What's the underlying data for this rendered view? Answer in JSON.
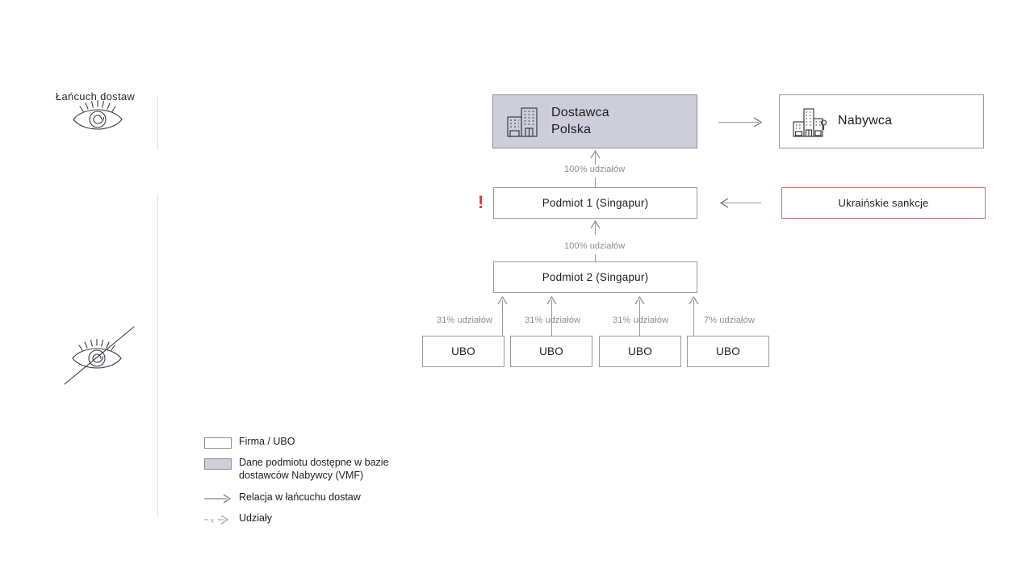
{
  "rail": {
    "eye_icon": "eye-icon",
    "eye_crossed_icon": "eye-crossed-out-icon",
    "label": "Łańcuch dostaw"
  },
  "diagram": {
    "supplier": {
      "icon": "office-buildings-icon",
      "line1": "Dostawca",
      "line2": "Polska"
    },
    "buyer": {
      "icon": "city-buildings-icon",
      "label": "Nabywca"
    },
    "sanction": {
      "label": "Ukraińskie sankcje"
    },
    "alert": {
      "icon": "exclamation-icon",
      "glyph": "!"
    },
    "entities": [
      {
        "label": "Podmiot 1 (Singapur)"
      },
      {
        "label": "Podmiot 2 (Singapur)"
      }
    ],
    "share_links": [
      {
        "label": "100% udziałów",
        "from": "Podmiot 1 (Singapur)",
        "to": "Dostawca Polska"
      },
      {
        "label": "100% udziałów",
        "from": "Podmiot 2 (Singapur)",
        "to": "Podmiot 1 (Singapur)"
      }
    ],
    "ubos": [
      {
        "label": "UBO",
        "share": "31% udziałów"
      },
      {
        "label": "UBO",
        "share": "31% udziałów"
      },
      {
        "label": "UBO",
        "share": "31% udziałów"
      },
      {
        "label": "UBO",
        "share": "7% udziałów"
      }
    ]
  },
  "legend": {
    "items": [
      {
        "mark": "white-box-swatch",
        "text": "Firma / UBO"
      },
      {
        "mark": "shaded-box-swatch",
        "text": "Dane podmiotu dostępne w bazie dostawców Nabywcy (VMF)"
      },
      {
        "mark": "solid-arrow-icon",
        "text": "Relacja w łańcuchu dostaw"
      },
      {
        "mark": "share-arrow-icon",
        "text": "Udziały"
      }
    ]
  },
  "colors": {
    "shaded_fill": "#cdced9",
    "border_grey": "#9a9a9a",
    "sanction_border": "#d1705c",
    "alert_red": "#e03a30",
    "connector_grey": "#9b9b9b",
    "label_grey": "#8c8c8c",
    "rail_divider": "#e2ddd6"
  }
}
